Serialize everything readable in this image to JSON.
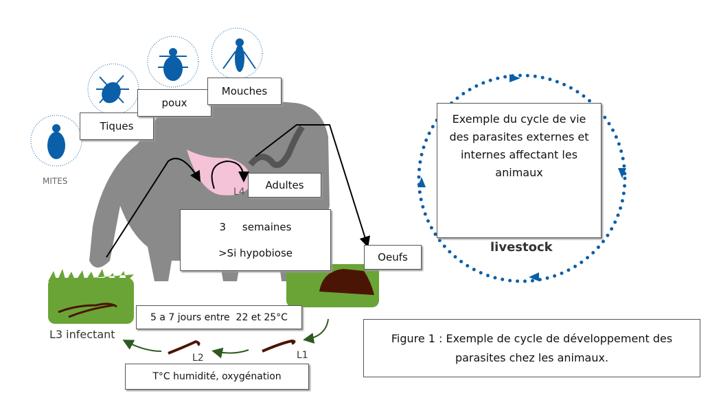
{
  "parasites": {
    "mites": "MITES",
    "tiques": "Tiques",
    "poux": "poux",
    "mouches": "Mouches"
  },
  "stages": {
    "adultes": "Adultes",
    "l4": "L4",
    "duration": "3     semaines",
    "hypobiose": ">Si hypobiose",
    "oeufs": "Oeufs",
    "l3": "L3 infectant",
    "l2": "L2",
    "l1": "L1",
    "development_time": "5 a 7 jours entre  22 et 25°C",
    "conditions": "T°C humidité, oxygénation"
  },
  "cycle": {
    "title": "Exemple du cycle de vie des parasites externes et internes affectant les animaux",
    "hidden_text": "livestock"
  },
  "caption": "Figure 1 : Exemple de cycle de développement des parasites chez les animaux.",
  "colors": {
    "blue": "#0a5fa8",
    "grass": "#6aa436",
    "dung": "#4a1505",
    "cow": "#8a8a8a",
    "pink": "#f4c3d8",
    "arrow_green": "#2d5a1e"
  }
}
